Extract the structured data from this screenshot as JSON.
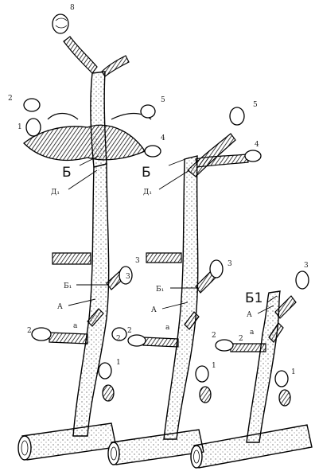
{
  "figure": {
    "accent_color": "#000000",
    "background_color": "#ffffff",
    "plants": [
      {
        "callouts": {
          "cut_label": "Б",
          "upper_leader": "Д₁",
          "mid_leader_a": "Б₁",
          "mid_leader_b": "А",
          "side_a": "а"
        },
        "bud_numbers": [
          "8",
          "2",
          "1",
          "5",
          "4",
          "3",
          "3",
          "2",
          "1",
          "2"
        ]
      },
      {
        "callouts": {
          "cut_label": "Б",
          "upper_leader": "Д₁",
          "mid_leader_a": "Б₁",
          "mid_leader_b": "А",
          "side_a": "а"
        },
        "bud_numbers": [
          "5",
          "4",
          "3",
          "2",
          "1"
        ]
      },
      {
        "callouts": {
          "cut_label": "Б1",
          "mid_leader_b": "А",
          "side_a": "а"
        },
        "bud_numbers": [
          "3",
          "2",
          "1",
          "2"
        ]
      }
    ]
  }
}
